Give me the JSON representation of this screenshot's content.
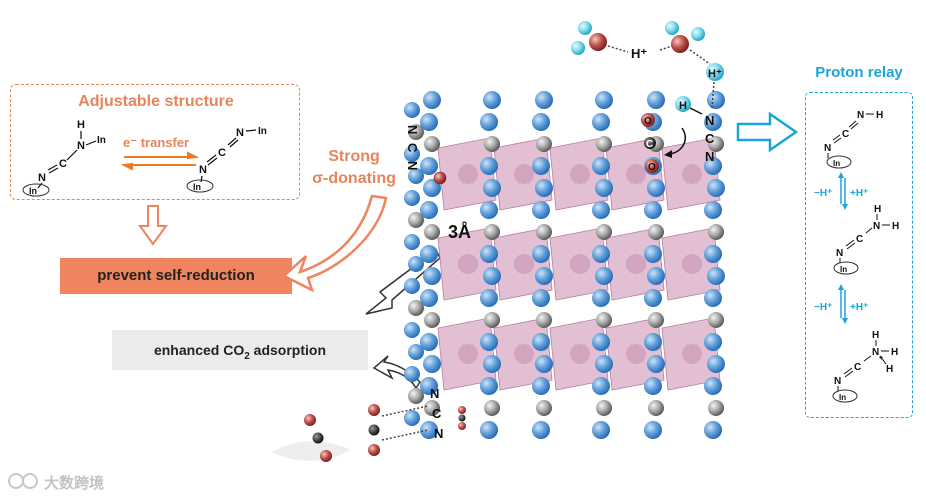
{
  "adjustable": {
    "title": "Adjustable structure",
    "transfer_label": "e⁻ transfer"
  },
  "sigma": {
    "line1": "Strong",
    "line2": "σ-donating"
  },
  "prevent_label": "prevent self-reduction",
  "enhanced": {
    "prefix": "enhanced CO",
    "sub": "2",
    "suffix": " adsorption"
  },
  "distance_label": "3Å",
  "proton": {
    "title": "Proton relay",
    "minus_h": "−H⁺",
    "plus_h": "+H⁺"
  },
  "atoms": {
    "N": "N",
    "C": "C",
    "O": "O",
    "H": "H",
    "In": "In",
    "Hplus": "H⁺",
    "NHplus": "N"
  },
  "watermark": "大数跨境",
  "colors": {
    "orange": "#ef845e",
    "blue": "#1aa5d6",
    "atom_blue": "#5b9bd8",
    "atom_gray": "#9a9a9a",
    "pink": "#d7a6c4",
    "oxygen": "#b5443f"
  }
}
